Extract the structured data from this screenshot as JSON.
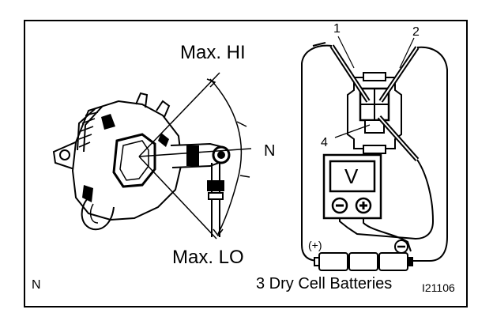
{
  "labels": {
    "max_hi": "Max. HI",
    "max_lo": "Max. LO",
    "n_position": "N",
    "n_corner": "N",
    "terminal_1": "1",
    "terminal_2": "2",
    "terminal_4": "4",
    "voltmeter": "V",
    "plus_terminal": "(+)",
    "minus_terminal": "(-)",
    "batteries": "3 Dry Cell Batteries",
    "figure_id": "I21106"
  }
}
